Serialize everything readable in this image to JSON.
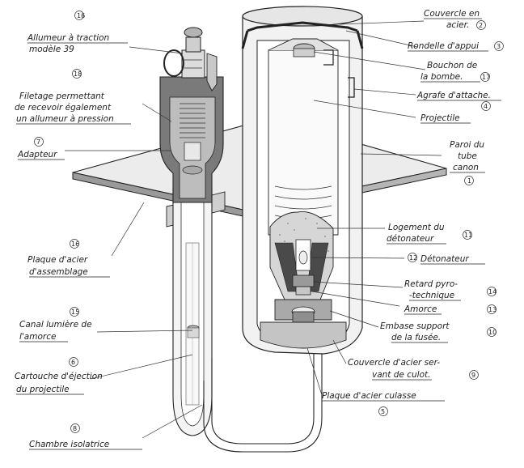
{
  "labels": {
    "allumeur_line1": "Allumeur à traction",
    "allumeur_line2": "modèle 39",
    "allumeur_num": "16",
    "filetage_line1": "Filetage permettant",
    "filetage_line2": "de recevoir également",
    "filetage_line3": "un allumeur à pression",
    "filetage_num": "18",
    "adapteur": "Adapteur",
    "adapteur_num": "7",
    "plaque_assemblage_line1": "Plaque d'acier",
    "plaque_assemblage_line2": "d'assemblage",
    "plaque_assemblage_num": "16",
    "canal_line1": "Canal lumière de",
    "canal_line2": "l'amorce",
    "canal_num": "15",
    "cartouche_line1": "Cartouche d'éjection",
    "cartouche_line2": "du projectile",
    "cartouche_num": "6",
    "chambre": "Chambre isolatrice",
    "chambre_num": "8",
    "couvercle_line1": "Couvercle en",
    "couvercle_line2": "acier.",
    "couvercle_num": "2",
    "rondelle": "Rondelle d'appui",
    "rondelle_num": "3",
    "bouchon_line1": "Bouchon de",
    "bouchon_line2": "la bombe.",
    "bouchon_num": "17",
    "agrafe": "Agrafe d'attache.",
    "agrafe_num": "4",
    "projectile": "Projectile",
    "paroi_line1": "Paroi du",
    "paroi_line2": "tube",
    "paroi_line3": "canon",
    "paroi_num": "1",
    "logement_line1": "Logement du",
    "logement_line2": "détonateur",
    "logement_num": "11",
    "detonateur": "Détonateur",
    "detonateur_num": "12",
    "retard_line1": "Retard pyro-",
    "retard_line2": "-technique",
    "retard_num": "14",
    "amorce": "Amorce",
    "amorce_num": "13",
    "embase_line1": "Embase support",
    "embase_line2": "de la fusée.",
    "embase_num": "10",
    "couvercle_culot_line1": "Couvercle d'acier ser-",
    "couvercle_culot_line2": "vant de culot.",
    "couvercle_culot_num": "9",
    "plaque_culasse": "Plaque d'acier culasse",
    "plaque_culasse_num": "5"
  }
}
